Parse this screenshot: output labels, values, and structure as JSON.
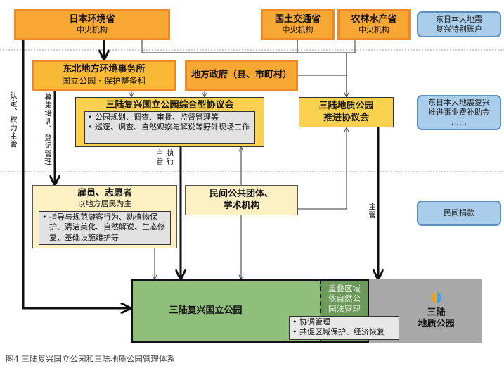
{
  "env_ministry": {
    "title": "日本环境省",
    "subtitle": "中央机构"
  },
  "mlit": {
    "title": "国土交通省",
    "subtitle": "中央机构"
  },
  "maff": {
    "title": "农林水产省",
    "subtitle": "中央机构"
  },
  "tohoku_office": {
    "title": "东北地方环境事务所",
    "subtitle": "国立公园 · 保护整备科"
  },
  "local_gov": {
    "title": "地方政府（县、市町村）"
  },
  "np_council": {
    "title": "三陆复兴国立公园综合型协议会",
    "items": [
      "公园规划、调查、审批、监督管理等",
      "巡逻、调查、自然观察与解说等野外现场工作"
    ]
  },
  "geopark_council": {
    "title_line1": "三陆地质公园",
    "title_line2": "推进协议会"
  },
  "staff": {
    "title": "雇员、志愿者",
    "subtitle": "以地方居民为主",
    "items": [
      "指导与规范游客行为、动植物保护、清洁美化、自然解说、生态修复、基础设施维护等"
    ]
  },
  "civic": {
    "title_line1": "民间公共团体、",
    "title_line2": "学术机构"
  },
  "funding": [
    {
      "line1": "东日本大地震",
      "line2": "复兴特别账户"
    },
    {
      "line1": "东日本大地震复兴",
      "line2": "推进事业费补助金",
      "line3": "……"
    },
    {
      "line1": "民间捐款"
    }
  ],
  "labels": {
    "certify": "认定、权力主管",
    "recruit": "募集培训、登记管理",
    "execute": "执行主管",
    "supervise": "主管"
  },
  "bottom": {
    "national_park": "三陆复兴国立公园",
    "overlap": "重叠区域依自然公园法管理",
    "geopark_line1": "三陆",
    "geopark_line2": "地质公园",
    "items": [
      "协调管理",
      "共促区域保护、经济恢复"
    ]
  },
  "caption": "图4  三陆复兴国立公园和三陆地质公园管理体系",
  "colors": {
    "orange": "#f7a733",
    "yellow": "#fbd24f",
    "green": "#8fbf7a",
    "overlap": "#6b9a5a",
    "grey": "#a8a8a8",
    "blue": "#a9cdea"
  }
}
